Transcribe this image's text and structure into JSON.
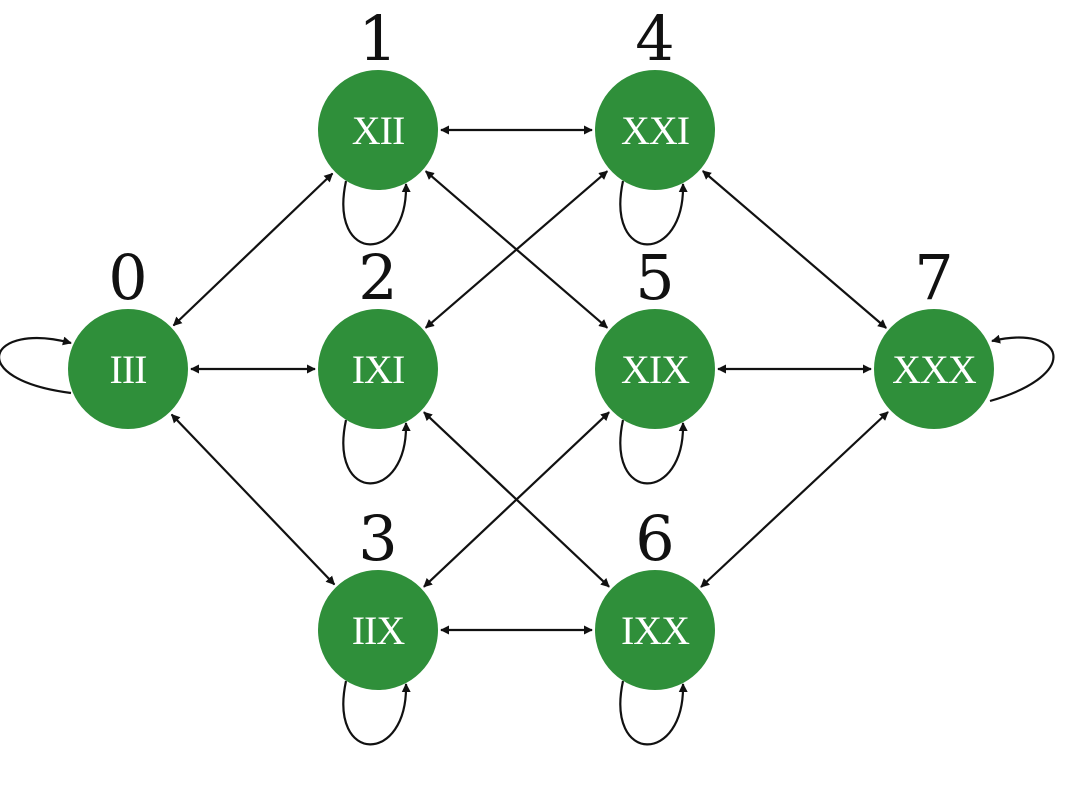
{
  "diagram": {
    "node_color": "#2f8f3a",
    "nodes": [
      {
        "id": "0",
        "number": "0",
        "label": "III"
      },
      {
        "id": "1",
        "number": "1",
        "label": "XII"
      },
      {
        "id": "2",
        "number": "2",
        "label": "IXI"
      },
      {
        "id": "3",
        "number": "3",
        "label": "IIX"
      },
      {
        "id": "4",
        "number": "4",
        "label": "XXI"
      },
      {
        "id": "5",
        "number": "5",
        "label": "XIX"
      },
      {
        "id": "6",
        "number": "6",
        "label": "IXX"
      },
      {
        "id": "7",
        "number": "7",
        "label": "XXX"
      }
    ],
    "edges": [
      {
        "from": "0",
        "to": "1",
        "bidirectional": true
      },
      {
        "from": "0",
        "to": "2",
        "bidirectional": true
      },
      {
        "from": "0",
        "to": "3",
        "bidirectional": true
      },
      {
        "from": "1",
        "to": "4",
        "bidirectional": true
      },
      {
        "from": "1",
        "to": "5",
        "bidirectional": true
      },
      {
        "from": "2",
        "to": "4",
        "bidirectional": true
      },
      {
        "from": "2",
        "to": "6",
        "bidirectional": true
      },
      {
        "from": "3",
        "to": "5",
        "bidirectional": true
      },
      {
        "from": "3",
        "to": "6",
        "bidirectional": true
      },
      {
        "from": "4",
        "to": "7",
        "bidirectional": true
      },
      {
        "from": "5",
        "to": "7",
        "bidirectional": true
      },
      {
        "from": "6",
        "to": "7",
        "bidirectional": true
      }
    ],
    "self_loops": [
      "0",
      "1",
      "2",
      "3",
      "4",
      "5",
      "6",
      "7"
    ]
  }
}
